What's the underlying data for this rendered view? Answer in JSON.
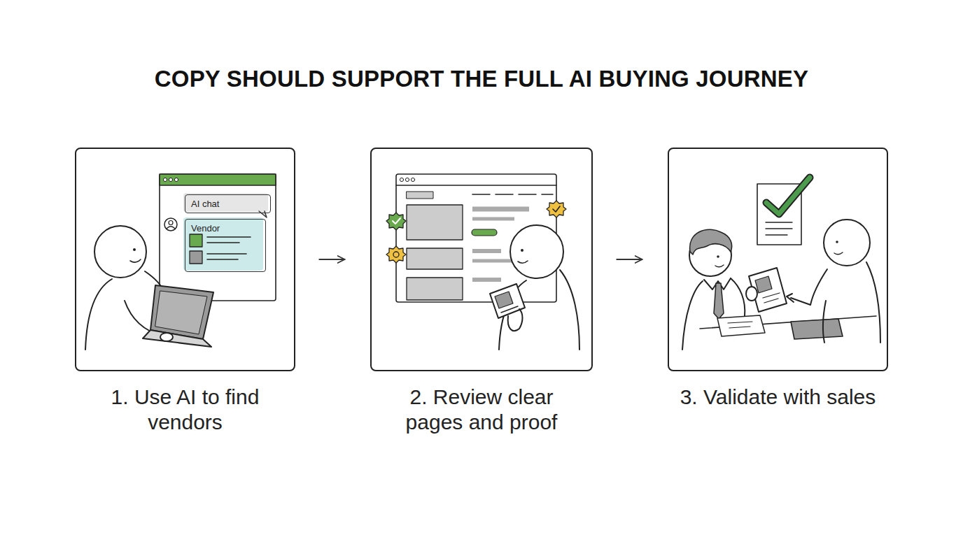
{
  "diagram": {
    "title": "COPY SHOULD SUPPORT THE FULL AI BUYING JOURNEY",
    "nodes": [
      {
        "text": [
          "1. Use AI to find vendors"
        ]
      },
      {
        "text": [
          "AI chat"
        ],
        "in": 0
      },
      {
        "text": [
          "Vendor"
        ],
        "in": 0
      },
      {
        "text": [
          "2. Review clear pages and proof"
        ]
      },
      {
        "text": [
          "3. Validate with sales"
        ]
      }
    ],
    "edges": [
      {
        "from": 0,
        "to": 3,
        "arrow": "to"
      },
      {
        "from": 3,
        "to": 4,
        "arrow": "to"
      }
    ]
  }
}
